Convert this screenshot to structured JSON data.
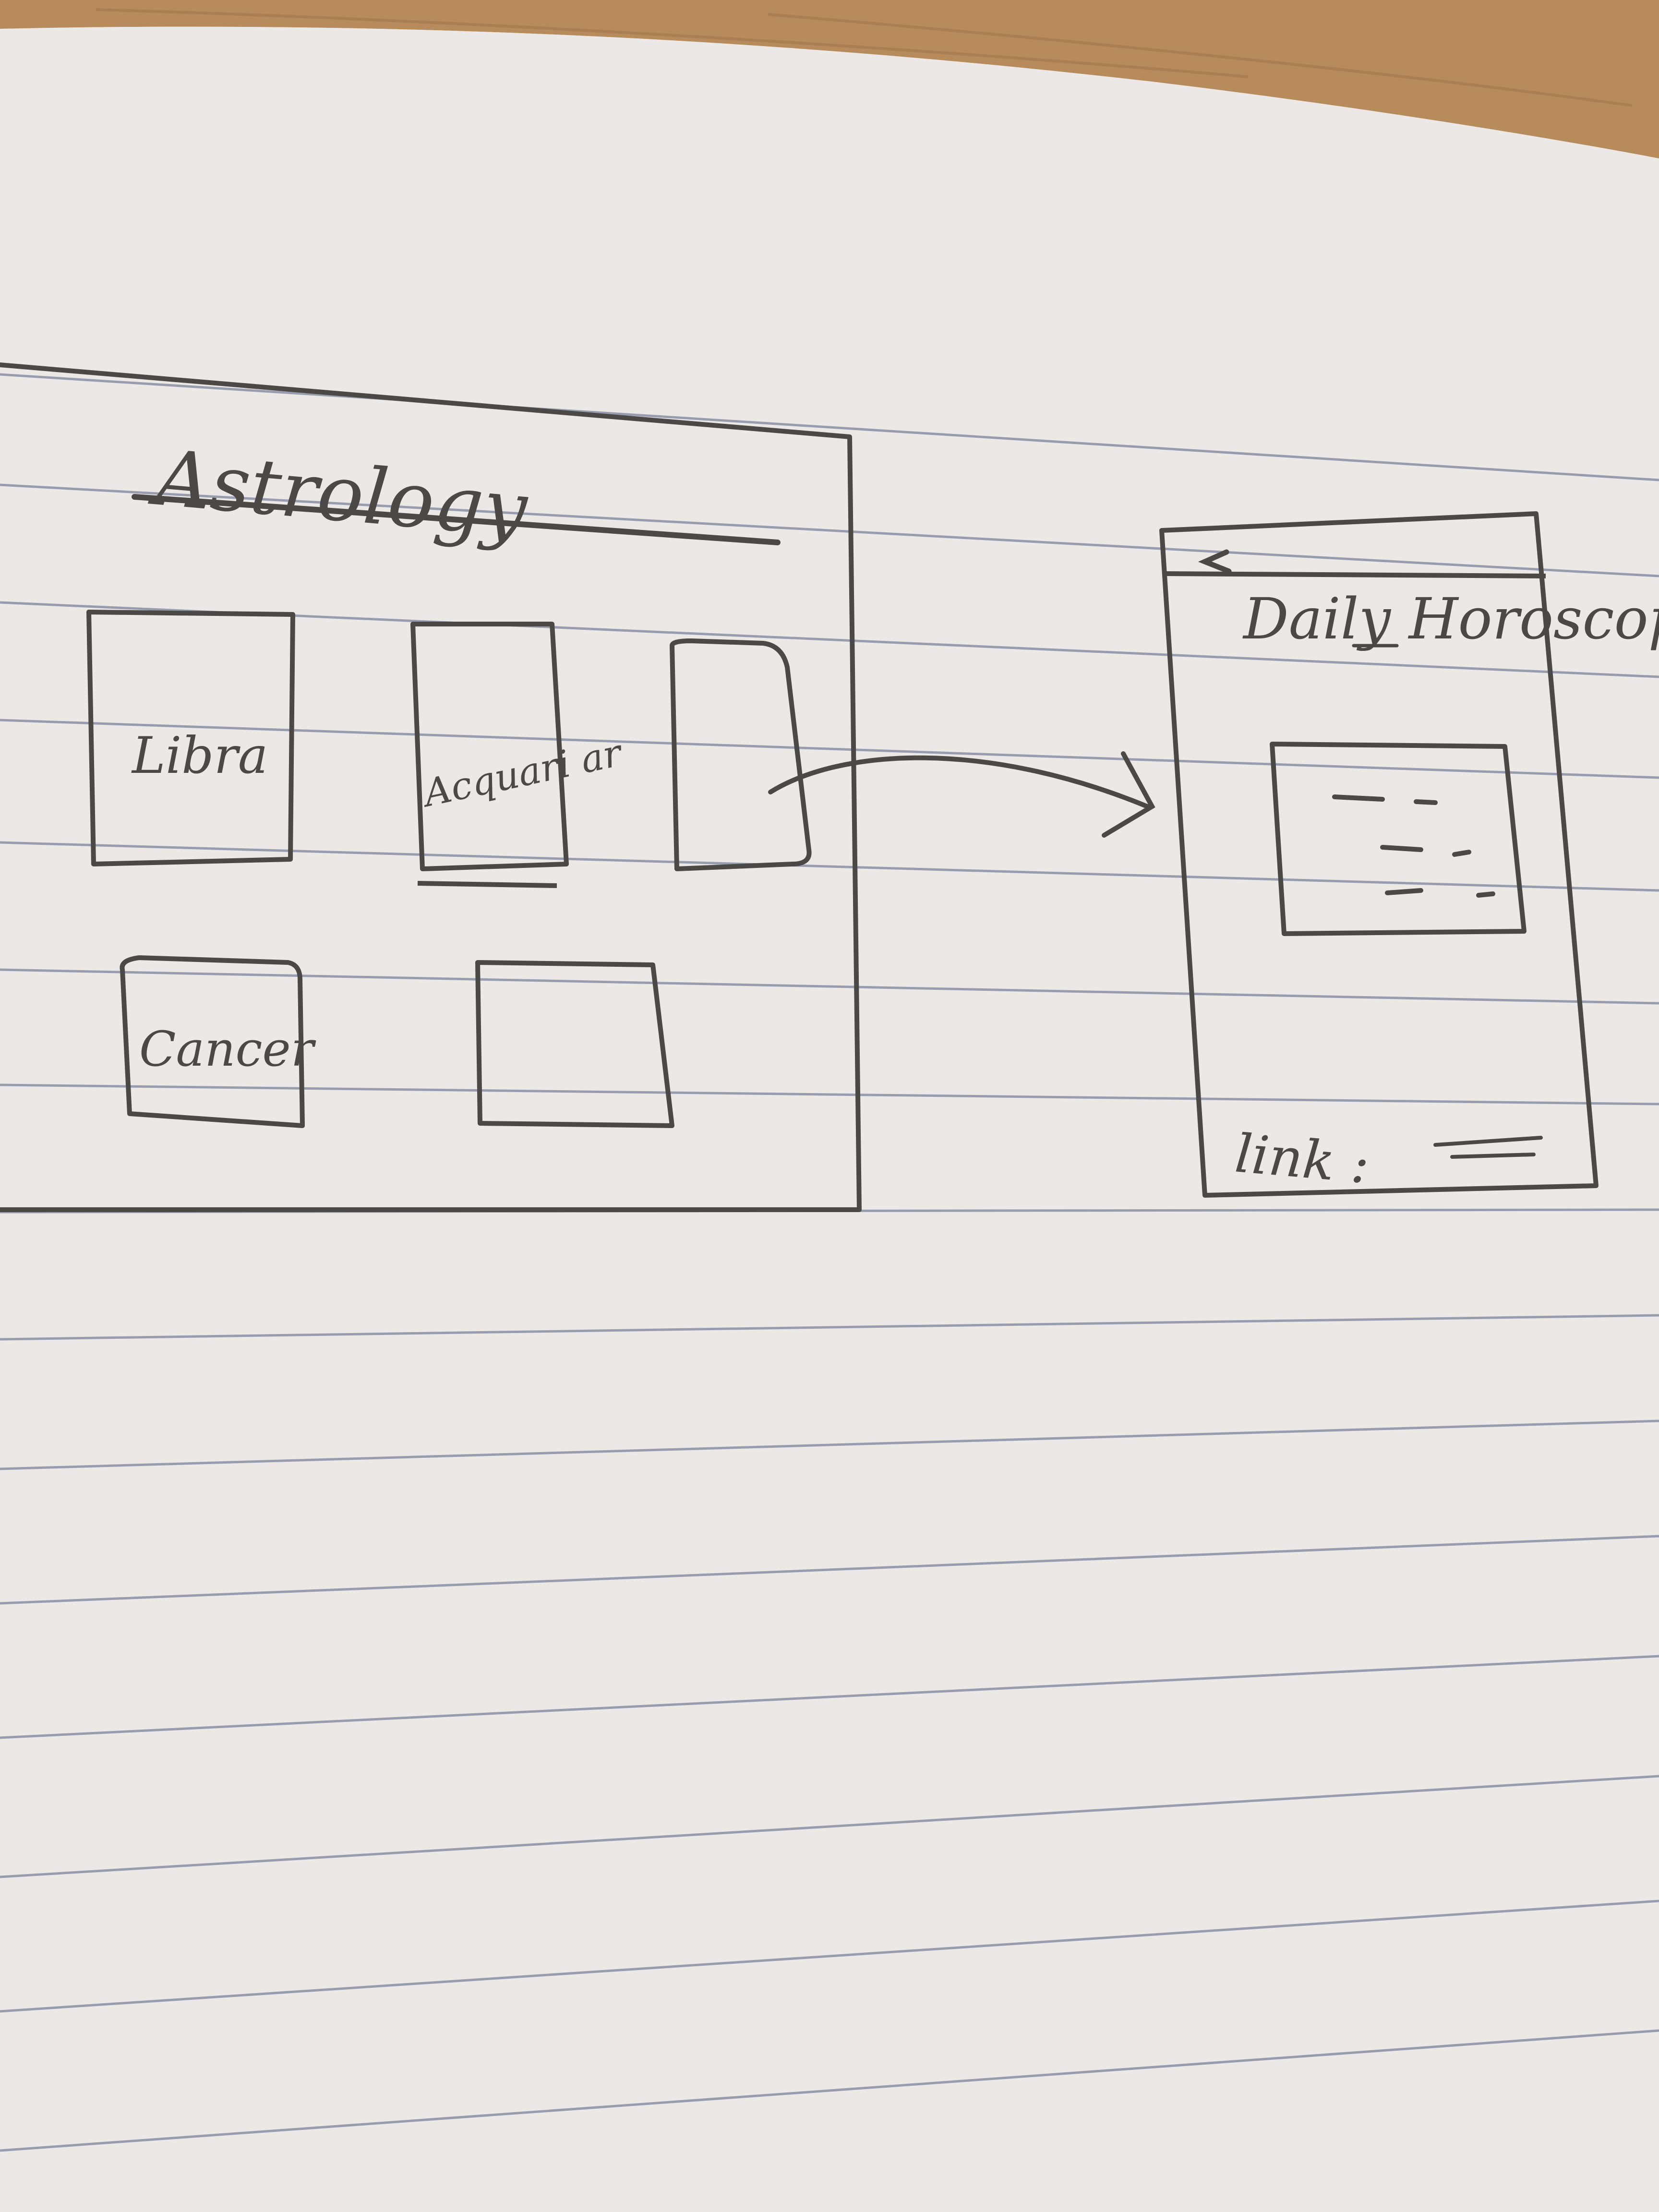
{
  "colors": {
    "desk": "#b78b5c",
    "paper": "#ece8e6",
    "rule_line": "#8e93a8",
    "pencil": "#4b4846"
  },
  "home_screen": {
    "title": "Astrology",
    "tiles": [
      {
        "label": "Libra"
      },
      {
        "label": "Acquari ar"
      },
      {
        "label": ""
      },
      {
        "label": "Cancer"
      },
      {
        "label": ""
      }
    ]
  },
  "detail_screen": {
    "back_icon": "back-arrow-icon",
    "title": "Daily Horoscope",
    "content_box": "text placeholder lines",
    "footer_link_label": "link :"
  },
  "navigation_arrow": "tile-to-detail-screen"
}
